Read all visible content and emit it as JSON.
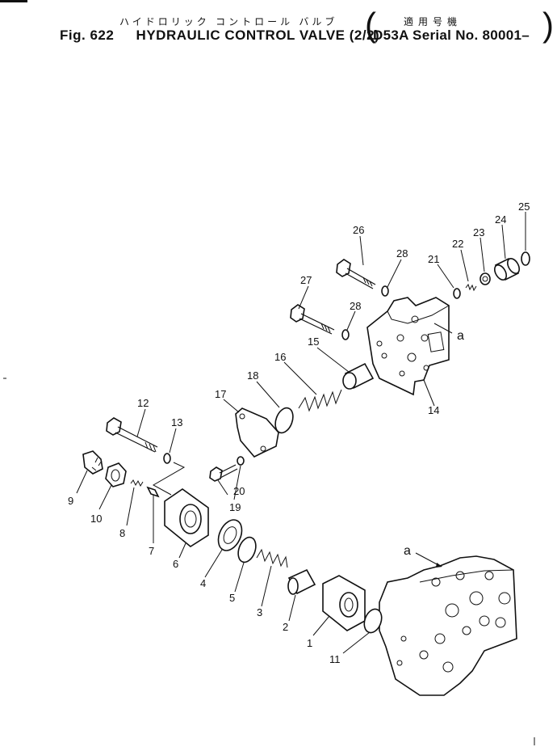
{
  "header": {
    "jp_title": "ハイドロリック コントロール バルブ",
    "fig_label": "Fig. 622",
    "title": "HYDRAULIC CONTROL VALVE",
    "page_fraction": "(2/2)",
    "jp_applicable": "適用号機",
    "serial": "D53A Serial No. 80001–"
  },
  "callouts": {
    "p1": "1",
    "p2": "2",
    "p3": "3",
    "p4": "4",
    "p5": "5",
    "p6": "6",
    "p7": "7",
    "p8": "8",
    "p9": "9",
    "p10": "10",
    "p11": "11",
    "p12": "12",
    "p13": "13",
    "p14": "14",
    "p15": "15",
    "p16": "16",
    "p17": "17",
    "p18": "18",
    "p19": "19",
    "p20": "20",
    "p21": "21",
    "p22": "22",
    "p23": "23",
    "p24": "24",
    "p25": "25",
    "p26": "26",
    "p27": "27",
    "p28a": "28",
    "p28b": "28",
    "ref_a_upper": "a",
    "ref_a_lower": "a"
  }
}
